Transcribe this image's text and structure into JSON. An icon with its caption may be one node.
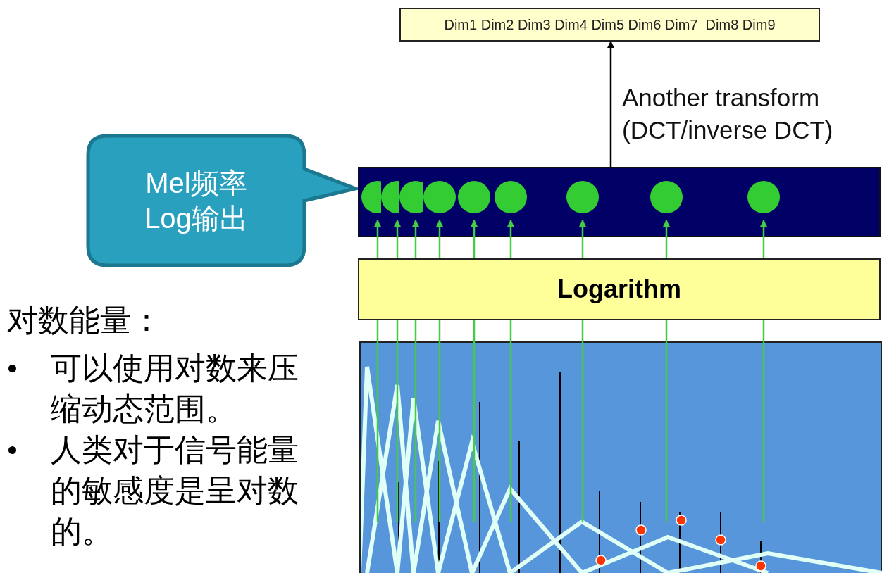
{
  "diagram": {
    "nodes": [
      {
        "text": [
          "Dim1 Dim2 Dim3 Dim4 Dim5 Dim6 Dim7  Dim8 Dim9"
        ]
      },
      {
        "text": [
          "Mel频率Log输出"
        ]
      },
      {
        "text": [],
        "shape": "bar"
      },
      {
        "text": [
          "Logarithm"
        ]
      },
      {
        "text": [],
        "shape": "picture"
      },
      {
        "text": [],
        "shape": "circle",
        "in": 2
      },
      {
        "text": [],
        "shape": "circle",
        "in": 2
      },
      {
        "text": [],
        "shape": "circle",
        "in": 2
      },
      {
        "text": [],
        "shape": "circle",
        "in": 2
      },
      {
        "text": [],
        "shape": "circle",
        "in": 2
      },
      {
        "text": [],
        "shape": "circle",
        "in": 2
      },
      {
        "text": [],
        "shape": "circle",
        "in": 2
      },
      {
        "text": [],
        "shape": "circle",
        "in": 2
      },
      {
        "text": [],
        "shape": "circle",
        "in": 2
      }
    ],
    "edges": [
      {
        "from": 2,
        "to": 0,
        "arrow": "to",
        "label": "Another transform (DCT/inverse DCT)",
        "color": "#000000"
      },
      {
        "from": 4,
        "to": 3,
        "arrow": "none"
      },
      {
        "from": 4,
        "to": 3,
        "arrow": "none"
      },
      {
        "from": 4,
        "to": 3,
        "arrow": "none"
      },
      {
        "from": 4,
        "to": 3,
        "arrow": "none"
      },
      {
        "from": 4,
        "to": 3,
        "arrow": "none"
      },
      {
        "from": 4,
        "to": 3,
        "arrow": "none"
      },
      {
        "from": 4,
        "to": 3,
        "arrow": "none"
      },
      {
        "from": 4,
        "to": 3,
        "arrow": "none"
      },
      {
        "from": 4,
        "to": 3,
        "arrow": "none"
      },
      {
        "from": 3,
        "to": 5,
        "arrow": "to"
      },
      {
        "from": 3,
        "to": 6,
        "arrow": "to"
      },
      {
        "from": 3,
        "to": 7,
        "arrow": "to"
      },
      {
        "from": 3,
        "to": 8,
        "arrow": "to"
      },
      {
        "from": 3,
        "to": 9,
        "arrow": "to"
      },
      {
        "from": 3,
        "to": 10,
        "arrow": "to"
      },
      {
        "from": 3,
        "to": 11,
        "arrow": "to"
      },
      {
        "from": 3,
        "to": 12,
        "arrow": "to"
      },
      {
        "from": 3,
        "to": 13,
        "arrow": "to"
      }
    ],
    "labels": [
      "对数能量：",
      "可以使用对数来压缩动态范围。",
      "人类对于信号能量的敏感度是呈对数的。"
    ]
  }
}
